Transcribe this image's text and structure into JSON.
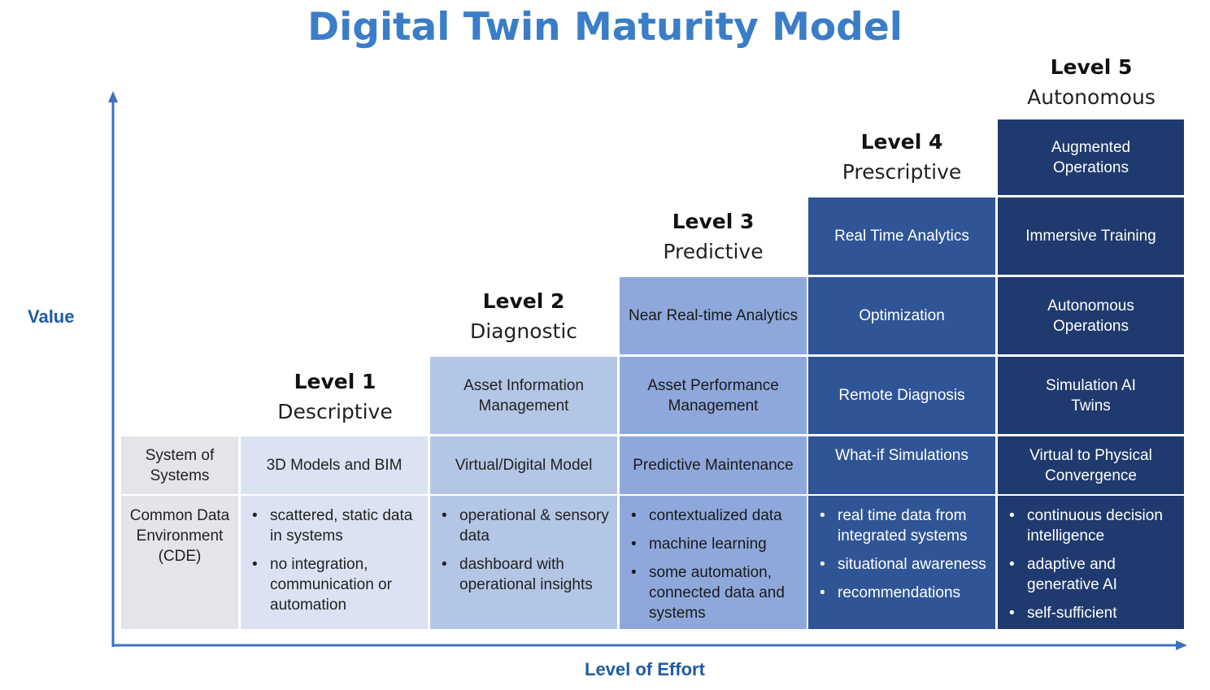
{
  "title": "Digital Twin Maturity Model",
  "axes": {
    "y_label": "Value",
    "x_label": "Level of Effort"
  },
  "colors": {
    "title": "#3a7dc9",
    "axis": "#3f6fbf",
    "row_header": "#e3e5e9",
    "level1": "#dbe3f2",
    "level2": "#b4c6e6",
    "level3": "#8ea8db",
    "level4": "#2f5596",
    "level5": "#1f3a6e"
  },
  "row_headers": {
    "system": "System of Systems",
    "cde": "Common Data Environment (CDE)"
  },
  "levels": [
    {
      "number": "Level 1",
      "name": "Descriptive",
      "capabilities": [],
      "system": "3D Models and BIM",
      "cde": [
        "scattered, static data in systems",
        "no integration, communication or automation"
      ]
    },
    {
      "number": "Level 2",
      "name": "Diagnostic",
      "capabilities": [
        "Asset Information Management"
      ],
      "system": "Virtual/Digital Model",
      "cde": [
        "operational & sensory data",
        "dashboard with operational insights"
      ]
    },
    {
      "number": "Level 3",
      "name": "Predictive",
      "capabilities": [
        "Near Real-time Analytics",
        "Asset Performance Management"
      ],
      "system": "Predictive Maintenance",
      "cde": [
        "contextualized data",
        "machine learning",
        "some automation, connected data and systems"
      ]
    },
    {
      "number": "Level 4",
      "name": "Prescriptive",
      "capabilities": [
        "Real Time Analytics",
        "Optimization",
        "Remote Diagnosis"
      ],
      "system": "What-if Simulations",
      "cde": [
        "real time data from integrated systems",
        "situational awareness",
        "recommendations"
      ]
    },
    {
      "number": "Level 5",
      "name": "Autonomous",
      "capabilities": [
        "Augmented Operations",
        "Immersive Training",
        "Autonomous Operations",
        "Simulation AI Twins"
      ],
      "system": "Virtual to Physical Convergence",
      "cde": [
        "continuous decision intelligence",
        "adaptive and generative AI",
        "self-sufficient"
      ]
    }
  ]
}
